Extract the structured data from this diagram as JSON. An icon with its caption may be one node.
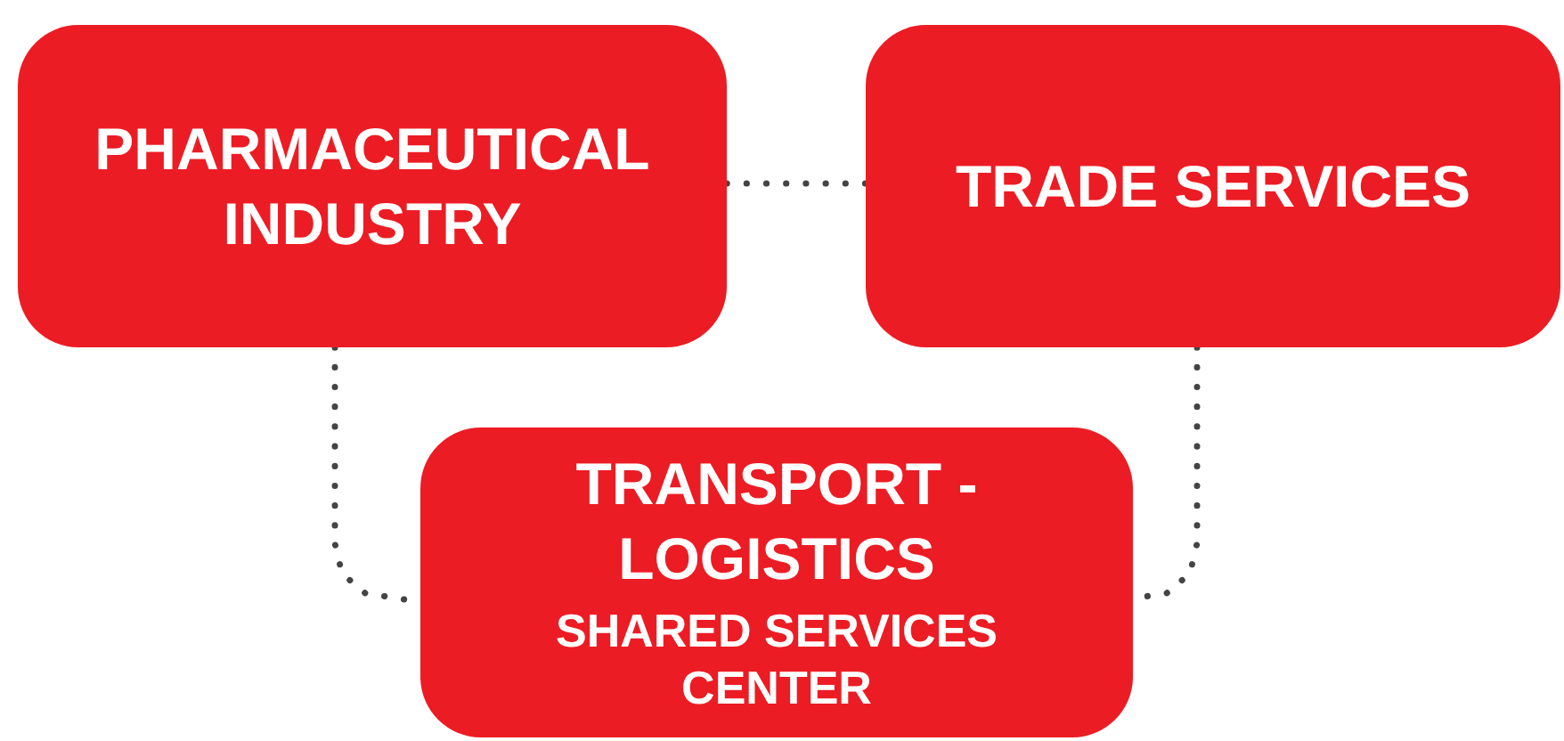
{
  "diagram": {
    "nodes": [
      {
        "text": [
          "PHARMACEUTICAL INDUSTRY"
        ]
      },
      {
        "text": [
          "TRADE SERVICES"
        ]
      },
      {
        "text": [
          "TRANSPORT - LOGISTICS",
          "SHARED SERVICES CENTER"
        ]
      }
    ],
    "edges": [
      {
        "from": 0,
        "to": 1,
        "arrow": "none"
      },
      {
        "from": 0,
        "to": 2,
        "arrow": "none"
      },
      {
        "from": 1,
        "to": 2,
        "arrow": "none"
      }
    ]
  }
}
